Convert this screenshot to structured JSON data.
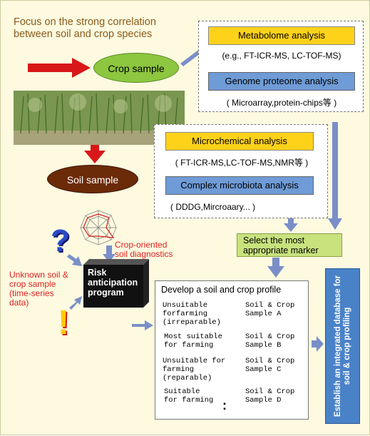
{
  "focus_text": [
    "Focus on the strong correlation",
    "between soil and crop species"
  ],
  "crop_sample": "Crop sample",
  "soil_sample": "Soil sample",
  "analysis_top": {
    "metabolome": "Metabolome analysis",
    "metabolome_examples": "(e.g., FT-ICR-MS, LC-TOF-MS)",
    "genome": "Genome proteome analysis",
    "genome_examples": "( Microarray,protein-chips等 )"
  },
  "analysis_mid": {
    "microchemical": "Microchemical analysis",
    "microchemical_examples": "( FT-ICR-MS,LC-TOF-MS,NMR等 )",
    "microbiota": "Complex microbiota analysis",
    "microbiota_examples": "( DDDG,Mircroaary... )"
  },
  "marker": "Select the most appropriate marker",
  "database": "Establish an integrated database for soil & crop profiling",
  "crop_oriented": [
    "Crop-oriented",
    "soil diagnostics"
  ],
  "unknown_sample": [
    "Unknown soil &",
    "crop sample",
    "(time-series",
    "data)"
  ],
  "risk_program": [
    "Risk",
    "anticipation",
    "program"
  ],
  "profile": {
    "title": "Develop a soil and crop profile",
    "rows": [
      {
        "label": [
          "Unsuitable",
          "forfarming",
          "(irreparable)"
        ],
        "sample": [
          "Soil & Crop",
          "Sample A"
        ]
      },
      {
        "label": [
          "Most suitable",
          "for farming"
        ],
        "sample": [
          "Soil & Crop",
          "Sample B"
        ]
      },
      {
        "label": [
          "Unsuitable for",
          "farming",
          "(reparable)"
        ],
        "sample": [
          "Soil & Crop",
          "Sample C"
        ]
      },
      {
        "label": [
          "Suitable",
          "for farming"
        ],
        "sample": [
          "Soil & Crop",
          "Sample D"
        ]
      }
    ],
    "ellipsis": ":"
  },
  "symbols": {
    "question": "?",
    "exclamation": "!"
  },
  "colors": {
    "red_arrow": "#d81818",
    "blue_arrow": "#7a8fc8",
    "yellow_box": "#ffd21a",
    "blue_box": "#6f9bd6",
    "green_ellipse": "#8dc63f",
    "brown_ellipse": "#6b2a08",
    "marker_box": "#c8e27e",
    "database_box": "#4a82c8"
  }
}
